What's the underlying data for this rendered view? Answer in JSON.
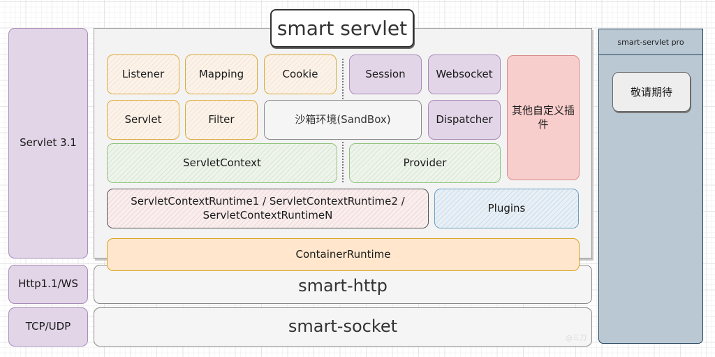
{
  "title": "smart servlet",
  "left_column": {
    "servlet_spec": "Servlet 3.1",
    "http_protocol": "Http1.1/WS",
    "transport_protocol": "TCP/UDP"
  },
  "modules": {
    "listener": "Listener",
    "mapping": "Mapping",
    "cookie": "Cookie",
    "session": "Session",
    "websocket": "Websocket",
    "servlet": "Servlet",
    "filter": "Filter",
    "sandbox": "沙箱环境(SandBox)",
    "dispatcher": "Dispatcher",
    "custom_plugins": "其他自定义插件",
    "servlet_context": "ServletContext",
    "provider": "Provider",
    "context_runtime": "ServletContextRuntime1 / ServletContextRuntime2 / ServletContextRuntimeN",
    "plugins": "Plugins",
    "container_runtime": "ContainerRuntime"
  },
  "layers": {
    "http": "smart-http",
    "socket": "smart-socket"
  },
  "pro": {
    "header": "smart-servlet pro",
    "coming_soon": "敬请期待"
  },
  "watermark": "@三刀"
}
